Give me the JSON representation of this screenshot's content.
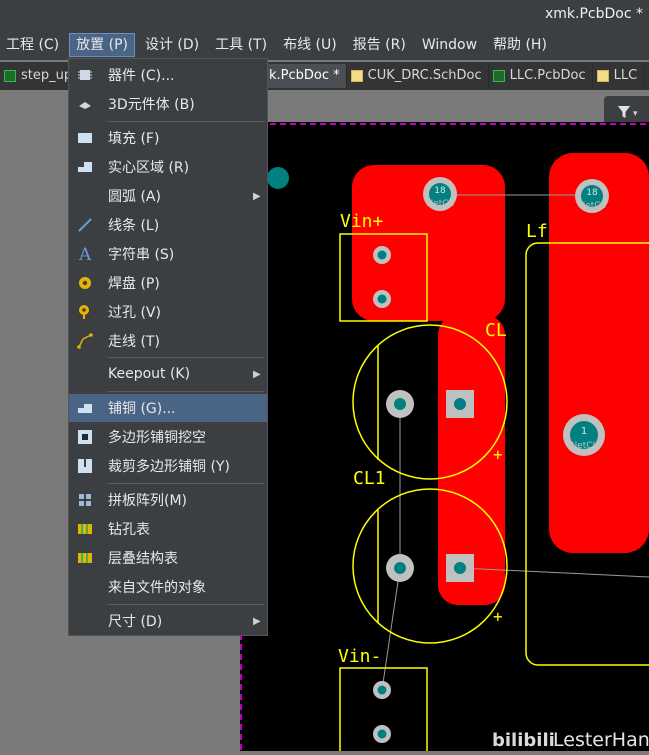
{
  "window": {
    "title": "xmk.PcbDoc *"
  },
  "menubar": {
    "items": [
      {
        "label": "工程 (C)",
        "active": false
      },
      {
        "label": "放置 (P)",
        "active": true
      },
      {
        "label": "设计 (D)",
        "active": false
      },
      {
        "label": "工具 (T)",
        "active": false
      },
      {
        "label": "布线 (U)",
        "active": false
      },
      {
        "label": "报告 (R)",
        "active": false
      },
      {
        "label": "Window",
        "active": false
      },
      {
        "label": "帮助 (H)",
        "active": false
      }
    ]
  },
  "tabs": [
    {
      "label": "step_up_",
      "type": "pcb",
      "active": false
    },
    {
      "label": "xmk.PcbDoc *",
      "type": "pcb",
      "active": true
    },
    {
      "label": "CUK_DRC.SchDoc",
      "type": "sch",
      "active": false
    },
    {
      "label": "LLC.PcbDoc",
      "type": "pcb",
      "active": false
    },
    {
      "label": "LLC",
      "type": "sch",
      "active": false
    }
  ],
  "dropdown": {
    "items": [
      {
        "label": "器件 (C)...",
        "icon": "component-icon",
        "color": "#cfd8e6"
      },
      {
        "label": "3D元件体 (B)",
        "icon": "3d-body-icon",
        "color": "#cfd8e6"
      },
      {
        "label": "填充 (F)",
        "icon": "fill-icon",
        "color": "#cfe0f0"
      },
      {
        "label": "实心区域 (R)",
        "icon": "solid-region-icon",
        "color": "#cfe0f0"
      },
      {
        "label": "圆弧 (A)",
        "icon": "",
        "submenu": true
      },
      {
        "label": "线条 (L)",
        "icon": "line-icon",
        "color": "#6b9bd8"
      },
      {
        "label": "字符串 (S)",
        "icon": "string-a-icon",
        "color": "#6b9bd8"
      },
      {
        "label": "焊盘 (P)",
        "icon": "pad-icon",
        "color": "#e6b400"
      },
      {
        "label": "过孔 (V)",
        "icon": "via-icon",
        "color": "#e6b400"
      },
      {
        "label": "走线 (T)",
        "icon": "track-icon",
        "color": "#e6b400"
      },
      {
        "label": "Keepout (K)",
        "icon": "",
        "submenu": true
      },
      {
        "label": "铺铜 (G)...",
        "icon": "polygon-pour-icon",
        "color": "#cfe0f0",
        "highlight": true
      },
      {
        "label": "多边形铺铜挖空",
        "icon": "polygon-cutout-icon",
        "color": "#cfe0f0"
      },
      {
        "label": "裁剪多边形铺铜 (Y)",
        "icon": "slice-polygon-icon",
        "color": "#cfe0f0"
      },
      {
        "label": "拼板阵列(M)",
        "icon": "embedded-board-array-icon",
        "color": "#9fb8d8"
      },
      {
        "label": "钻孔表",
        "icon": "drill-table-icon",
        "color": "#e6b400"
      },
      {
        "label": "层叠结构表",
        "icon": "layer-stack-table-icon",
        "color": "#e6b400"
      },
      {
        "label": "来自文件的对象",
        "icon": ""
      },
      {
        "label": "尺寸 (D)",
        "icon": "",
        "submenu": true
      }
    ]
  },
  "pcb": {
    "colors": {
      "background": "#000000",
      "copper": "#ff0000",
      "silkscreen": "#ffff00",
      "pad_ring": "#c0c0c0",
      "pad_center": "#008080",
      "board_outline": "#ff00ff"
    },
    "designators": {
      "vin_plus": "Vin+",
      "vin_minus": "Vin-",
      "cl": "CL",
      "cl1": "CL1",
      "lf": "Lf"
    },
    "pad_labels": [
      {
        "num": "18",
        "net": "NetCL"
      },
      {
        "num": "18",
        "net": "NetCL"
      },
      {
        "num": "1",
        "net": "NetCL"
      }
    ],
    "polarity": "+"
  },
  "watermark": {
    "text": "LesterHan"
  }
}
